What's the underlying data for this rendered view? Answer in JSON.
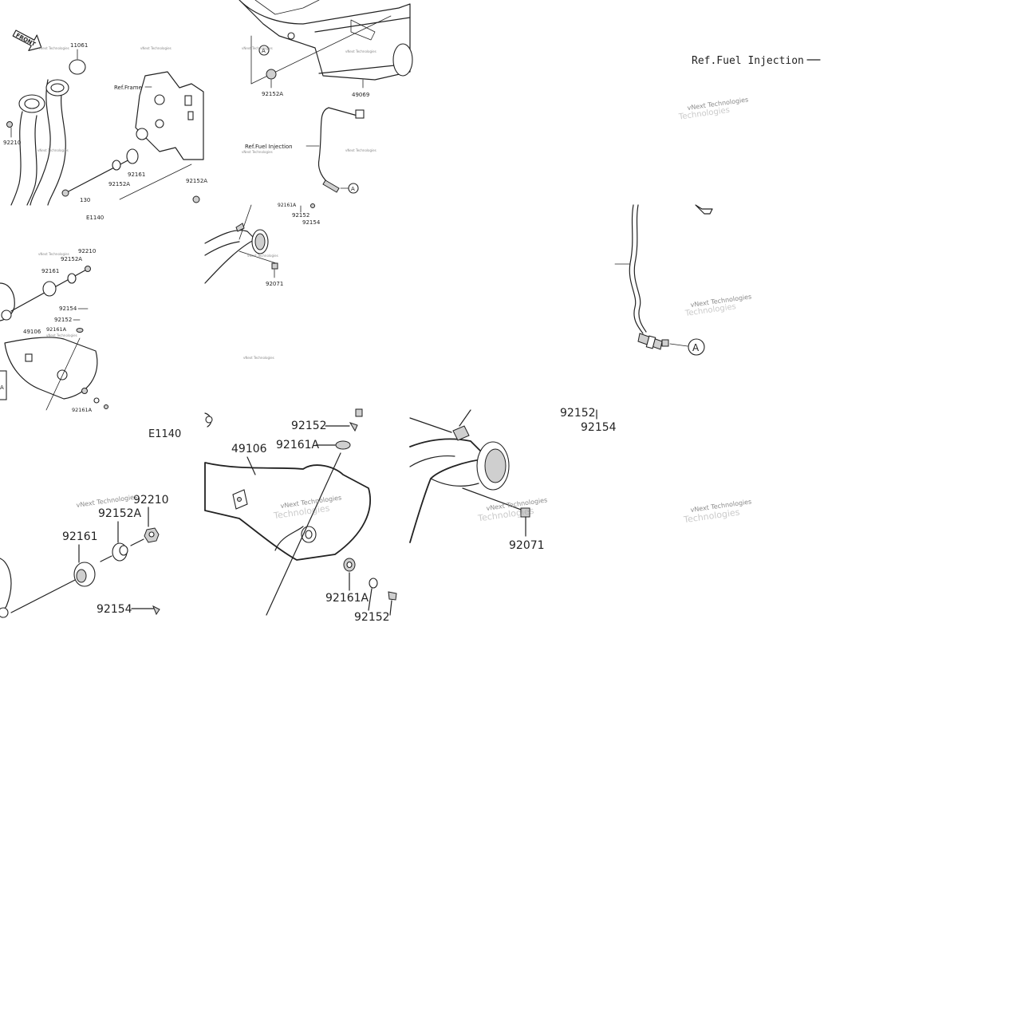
{
  "tiles": {
    "top_left": {
      "front_label": "FRONT",
      "labels": {
        "p11061": "11061",
        "p92210": "92210",
        "ref_frame": "Ref.Frame",
        "p92161": "92161",
        "p92152a": "92152A",
        "p130": "130",
        "p92152a_b": "92152A",
        "e1140": "E1140"
      },
      "watermarks": [
        "vNext Technologies",
        "vNext Technologies",
        "vNext Technologies"
      ]
    },
    "top_mid": {
      "labels": {
        "p92152a": "92152A",
        "p49069": "49069",
        "ref_fuel": "Ref.Fuel Injection",
        "callout_a1": "A",
        "callout_a2": "A",
        "p92161a": "92161A",
        "p92152": "92152",
        "p92154": "92154"
      },
      "watermarks": [
        "vNext Technologies",
        "vNext Technologies",
        "vNext Technologies"
      ]
    },
    "top_right": {
      "ref_fuel": "Ref.Fuel Injection",
      "watermark_main": "vNext Technologies",
      "watermark_bg": "Technologies"
    },
    "mid_left": {
      "labels": {
        "p92210": "92210",
        "p92152a": "92152A",
        "p92161": "92161",
        "p92154": "92154",
        "p92152": "92152",
        "p92161a": "92161A",
        "p49106": "49106",
        "p92161a_b": "92161A",
        "a_letter": "A"
      },
      "watermarks": [
        "vNext Technologies",
        "vNext Technologies"
      ]
    },
    "mid_mid": {
      "labels": {
        "p92071": "92071"
      },
      "watermarks": [
        "vNext Technologies",
        "vNext Technologies"
      ]
    },
    "mid_right": {
      "callout_a": "A",
      "watermark_main": "vNext Technologies",
      "watermark_bg": "Technologies"
    },
    "bottom_left": {
      "labels": {
        "e1140": "E1140",
        "p92210": "92210",
        "p92152a": "92152A",
        "p92161": "92161",
        "p92154": "92154"
      },
      "watermark_main": "vNext Technologies"
    },
    "bottom_mid": {
      "labels": {
        "p92152": "92152",
        "p92161a": "92161A",
        "p49106": "49106",
        "p92161a_b": "92161A",
        "p92152_b": "92152"
      },
      "watermark_main": "vNext Technologies",
      "watermark_bg": "Technologies"
    },
    "bottom_right": {
      "labels": {
        "p92071": "92071",
        "p92152": "92152",
        "p92154": "92154"
      },
      "watermark_main": "vNext Technologies",
      "watermark_bg": "Technologies",
      "watermark_far": "vNext Technologies",
      "watermark_far_bg": "Technologies"
    }
  }
}
